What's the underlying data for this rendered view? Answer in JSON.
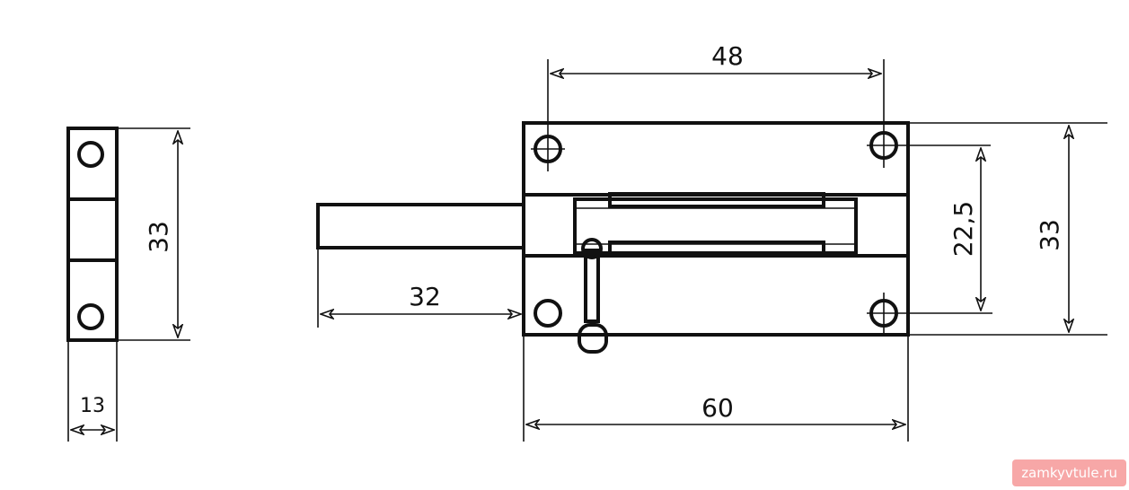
{
  "dimensions": {
    "side_height": "33",
    "side_width": "13",
    "hole_spacing": "48",
    "bolt_projection": "32",
    "hole_vertical": "22,5",
    "plate_height": "33",
    "plate_length": "60"
  },
  "watermark": "zamkyvtule.ru",
  "colors": {
    "line": "#111111",
    "watermark_bg": "#f7a7a7",
    "watermark_text": "#ffffff"
  }
}
